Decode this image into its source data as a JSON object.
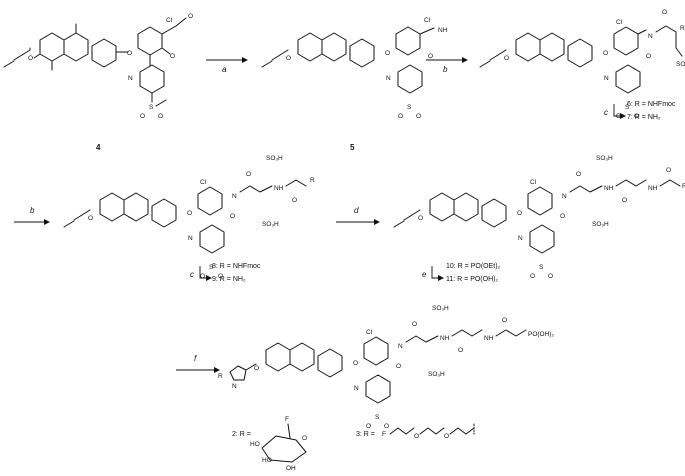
{
  "compounds": {
    "c4": {
      "number": "4"
    },
    "c5": {
      "number": "5"
    }
  },
  "steps": {
    "a": "a",
    "b1": "b",
    "b2": "b",
    "c1": "c",
    "c2": "c",
    "d": "d",
    "e": "e",
    "f": "f"
  },
  "labels": {
    "l6": "6: R = NHFmoc",
    "l7": "7: R = NH₂",
    "l8": "8: R = NHFmoc",
    "l9": "9: R = NH₂",
    "l10": "10: R = PO(OEt)₂",
    "l11": "11: R = PO(OH)₂",
    "l2": "2: R =",
    "l3": "3: R ="
  },
  "atoms": {
    "cl": "Cl",
    "o": "O",
    "n": "N",
    "s": "S",
    "h": "H",
    "f": "F",
    "r": "R",
    "so3h": "SO₃H",
    "nh": "NH",
    "po_oh2": "PO(OH)₂",
    "ho": "HO",
    "oh": "OH"
  }
}
